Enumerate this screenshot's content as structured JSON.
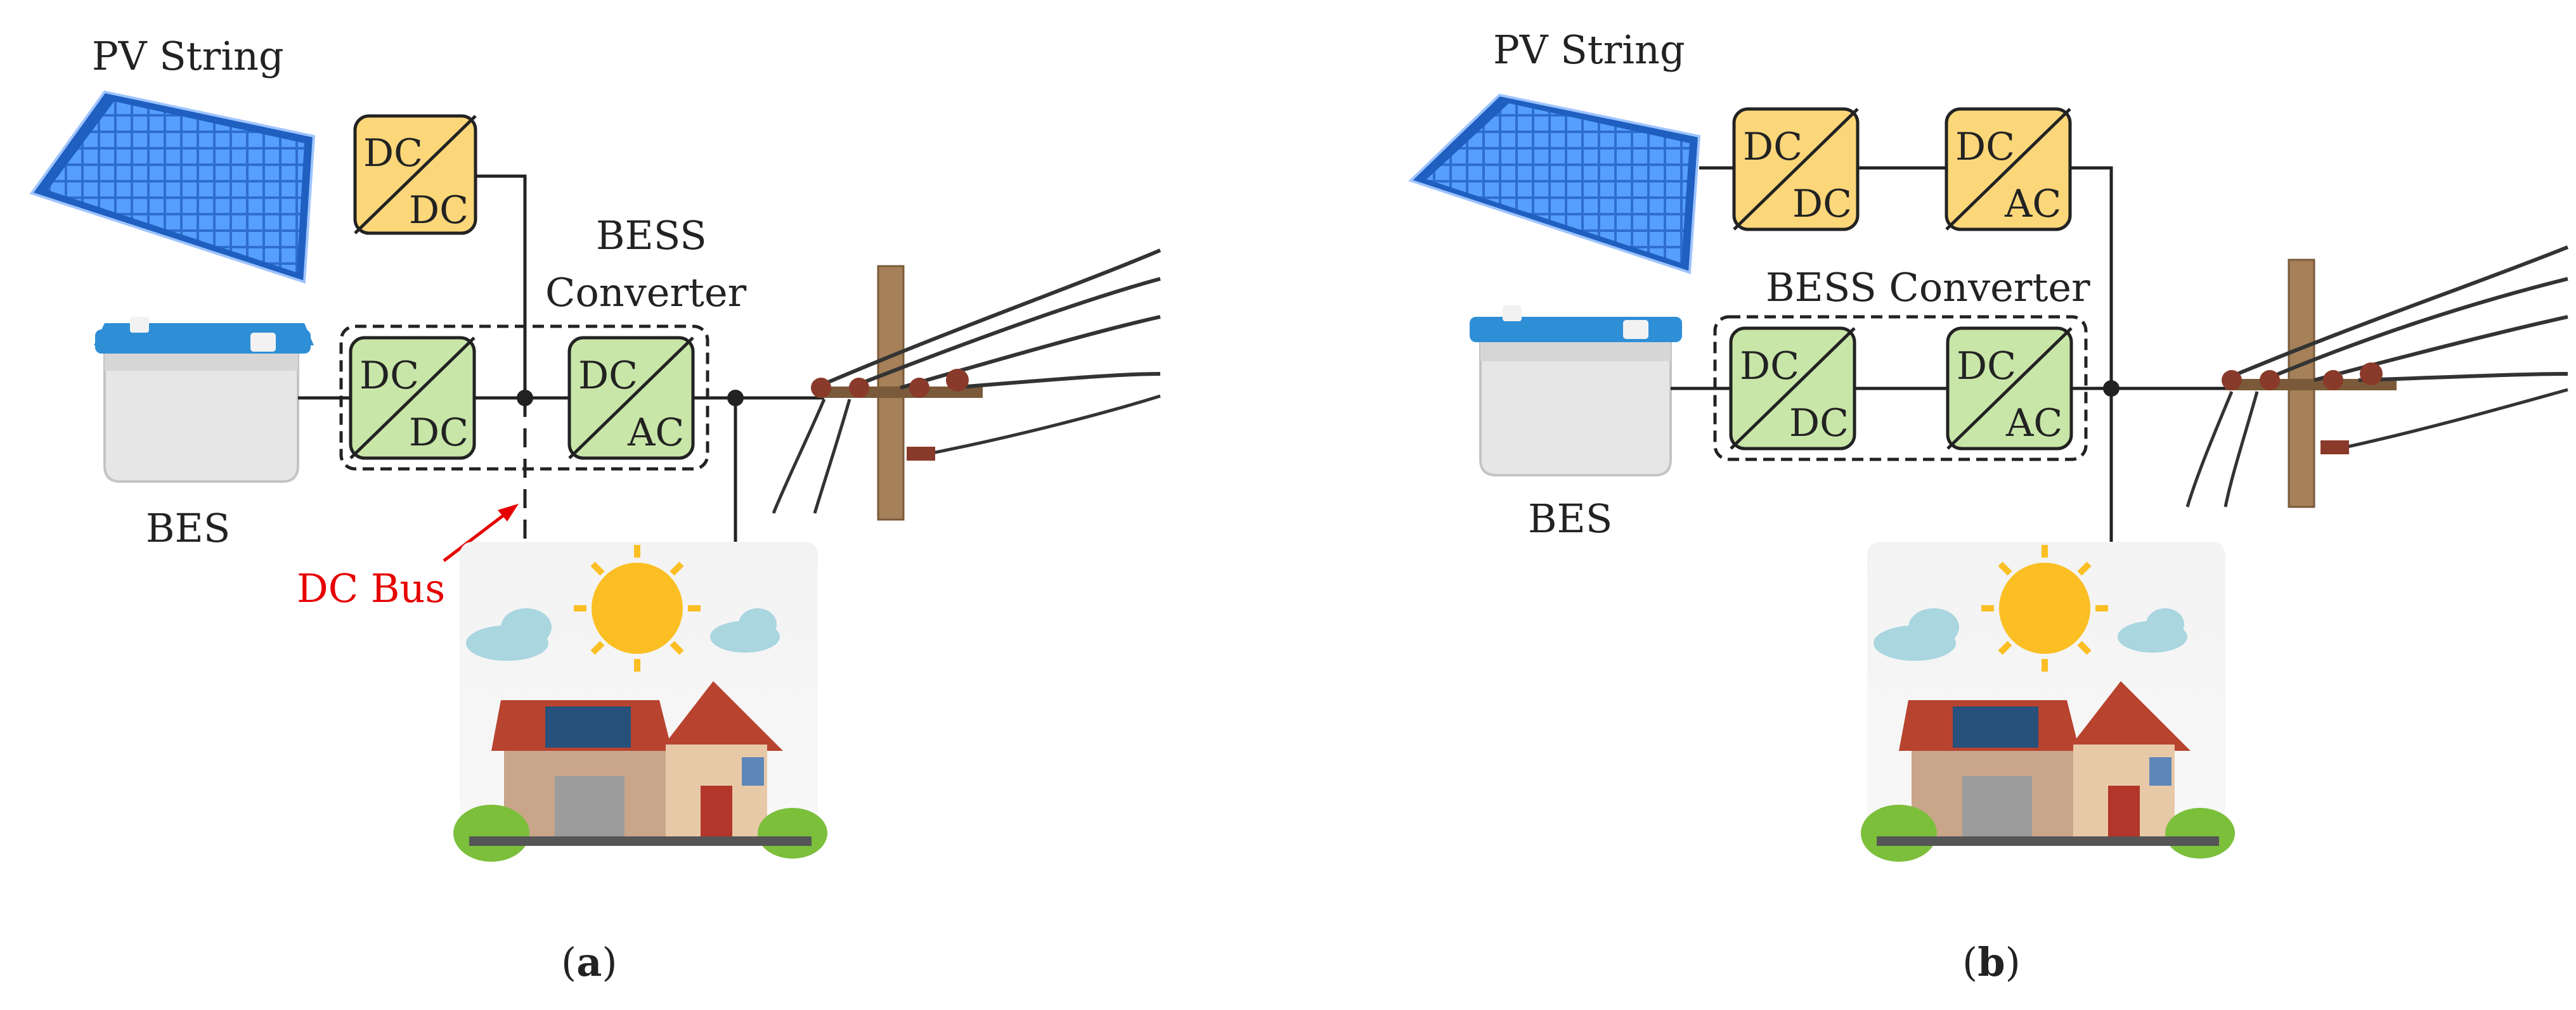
{
  "panel_a": {
    "pv_label": "PV String",
    "bes_label": "BES",
    "bess_label_line1": "BESS",
    "bess_label_line2": "Converter",
    "dc_bus_label": "DC Bus",
    "pv_conv": {
      "top": "DC",
      "bottom": "DC"
    },
    "bes_conv": {
      "top": "DC",
      "bottom": "DC"
    },
    "inv_conv": {
      "top": "DC",
      "bottom": "AC"
    },
    "caption_open": "(",
    "caption_letter": "a",
    "caption_close": ")"
  },
  "panel_b": {
    "pv_label": "PV String",
    "bes_label": "BES",
    "bess_label": "BESS Converter",
    "pv_conv": {
      "top": "DC",
      "bottom": "DC"
    },
    "pv_inv": {
      "top": "DC",
      "bottom": "AC"
    },
    "bes_conv": {
      "top": "DC",
      "bottom": "DC"
    },
    "inv_conv": {
      "top": "DC",
      "bottom": "AC"
    },
    "caption_open": "(",
    "caption_letter": "b",
    "caption_close": ")"
  },
  "colors": {
    "converter_yellow": "#fbd77a",
    "converter_green": "#c8e6a8",
    "dc_bus_red": "#e60000",
    "panel_blue": "#3d8be0",
    "battery_blue": "#2e8ed6"
  }
}
